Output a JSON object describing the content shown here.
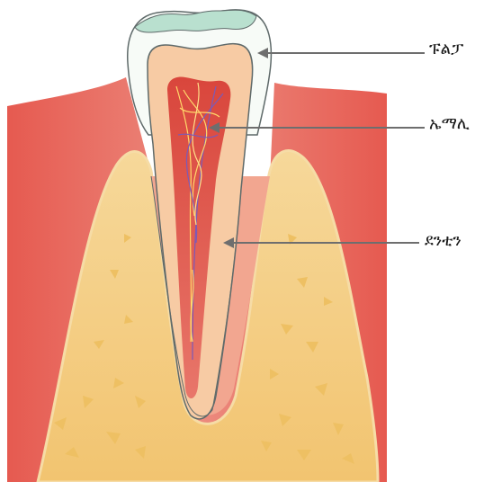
{
  "diagram": {
    "labels": [
      {
        "text": "ፑልፓ",
        "points_to": "enamel-crown"
      },
      {
        "text": "ኤማሊ",
        "points_to": "pulp-nerves"
      },
      {
        "text": "ደንቲን",
        "points_to": "dentin"
      }
    ]
  },
  "colors": {
    "gum": "#e2554c",
    "bone": "#f2c97a",
    "dentin": "#f7cba4",
    "pulp": "#e15c4f",
    "enamel": "#f7fbf7",
    "enamel_top": "#b9e0cf",
    "arrow": "#6e6e6e"
  }
}
